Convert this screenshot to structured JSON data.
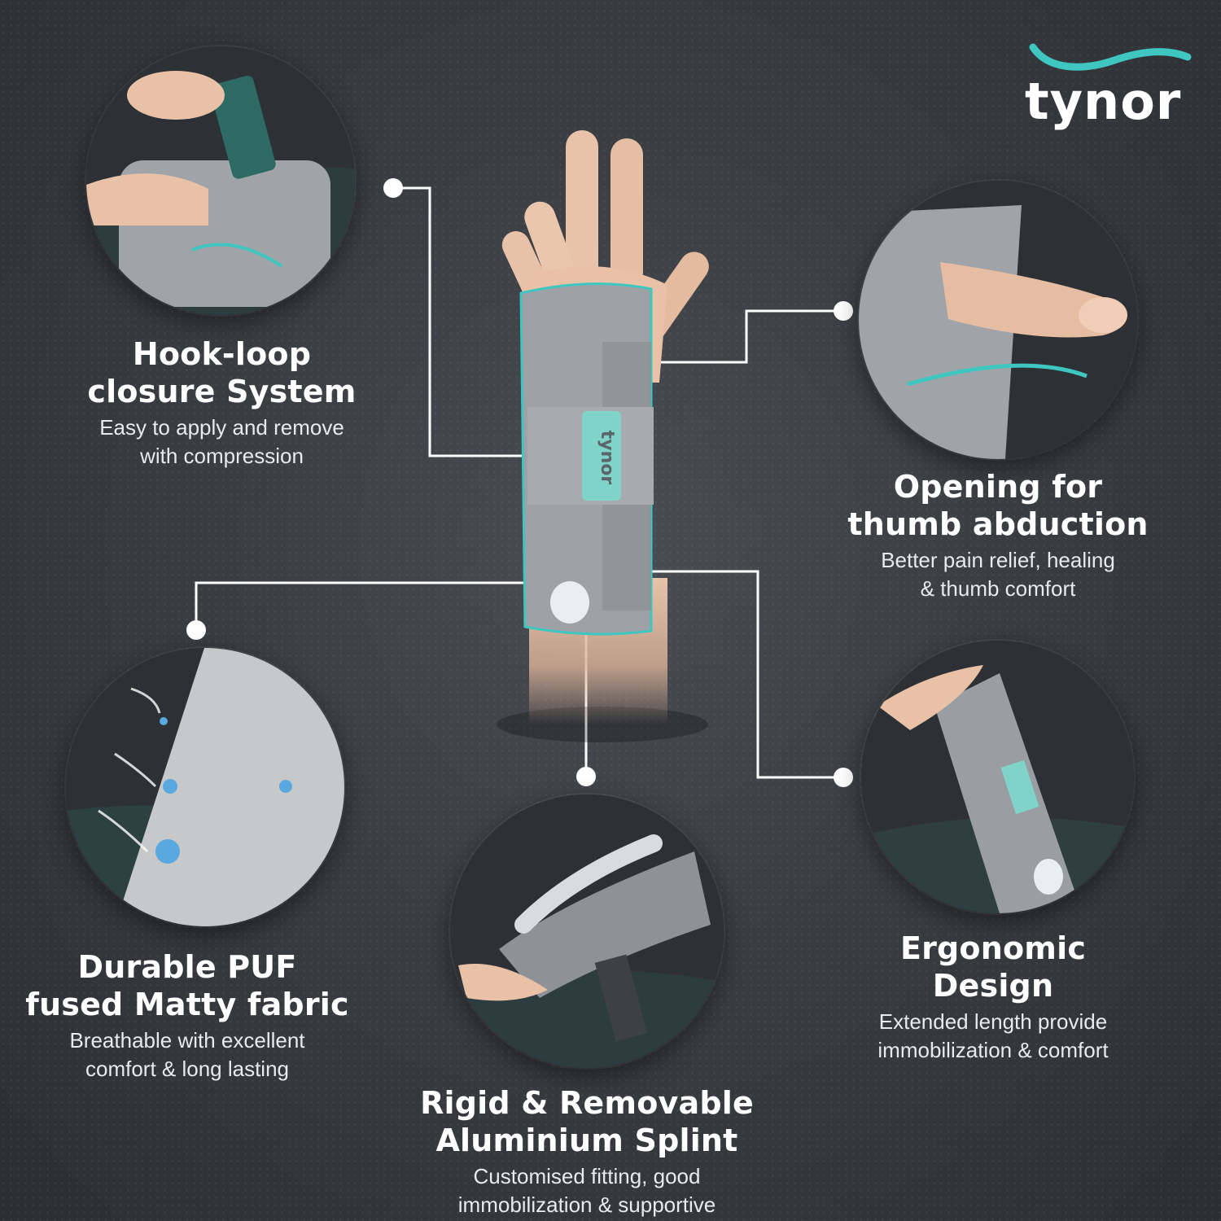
{
  "brand": {
    "name": "tynor",
    "accent": "#3fc6c0",
    "product_label": "tynor"
  },
  "features": {
    "hook_loop": {
      "title_line1": "Hook-loop",
      "title_line2": "closure System",
      "desc_line1": "Easy to apply and remove",
      "desc_line2": "with compression"
    },
    "thumb": {
      "title_line1": "Opening for",
      "title_line2": "thumb abduction",
      "desc_line1": "Better pain relief, healing",
      "desc_line2": "& thumb comfort"
    },
    "fabric": {
      "title_line1": "Durable PUF",
      "title_line2": "fused Matty fabric",
      "desc_line1": "Breathable with excellent",
      "desc_line2": "comfort & long lasting"
    },
    "splint": {
      "title_line1": "Rigid & Removable",
      "title_line2": "Aluminium Splint",
      "desc_line1": "Customised fitting, good",
      "desc_line2": "immobilization & supportive"
    },
    "ergonomic": {
      "title_line1": "Ergonomic",
      "title_line2": "Design",
      "desc_line1": "Extended length provide",
      "desc_line2": "immobilization & comfort"
    }
  },
  "colors": {
    "background": "#3a3d42",
    "brace_grey": "#9ea2a6",
    "text": "#ffffff",
    "accent": "#3fc6c0"
  }
}
